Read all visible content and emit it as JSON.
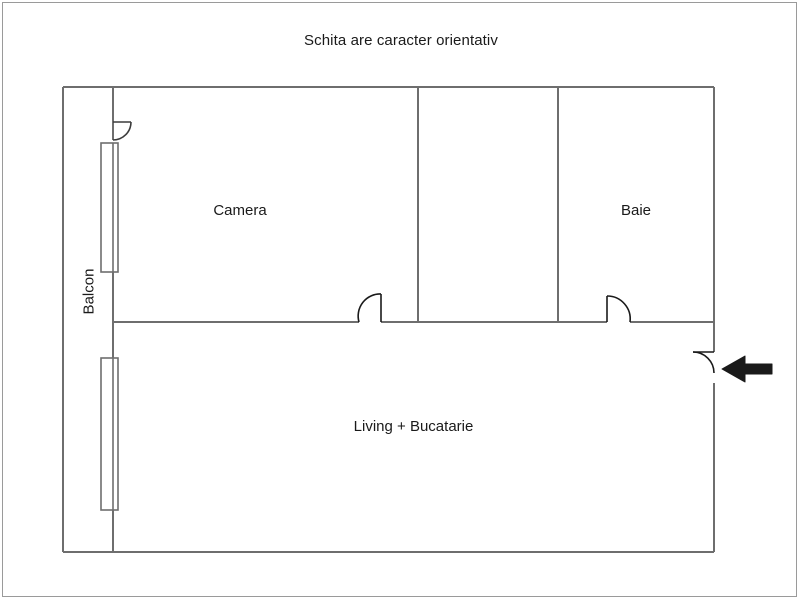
{
  "page": {
    "title": "Schita are caracter orientativ",
    "background_color": "#ffffff",
    "border_color": "#9a9a9a",
    "wall_color": "#6e6e6e",
    "door_color": "#3c3c3c",
    "arrow_color": "#1a1a1a",
    "text_color": "#1a1a1a"
  },
  "rooms": [
    {
      "id": "camera",
      "label": "Camera"
    },
    {
      "id": "baie",
      "label": "Baie"
    },
    {
      "id": "living",
      "label": "Living + Bucatarie"
    },
    {
      "id": "balcon",
      "label": "Balcon"
    }
  ],
  "annotations": {
    "entrance_arrow": "entrance-arrow"
  }
}
